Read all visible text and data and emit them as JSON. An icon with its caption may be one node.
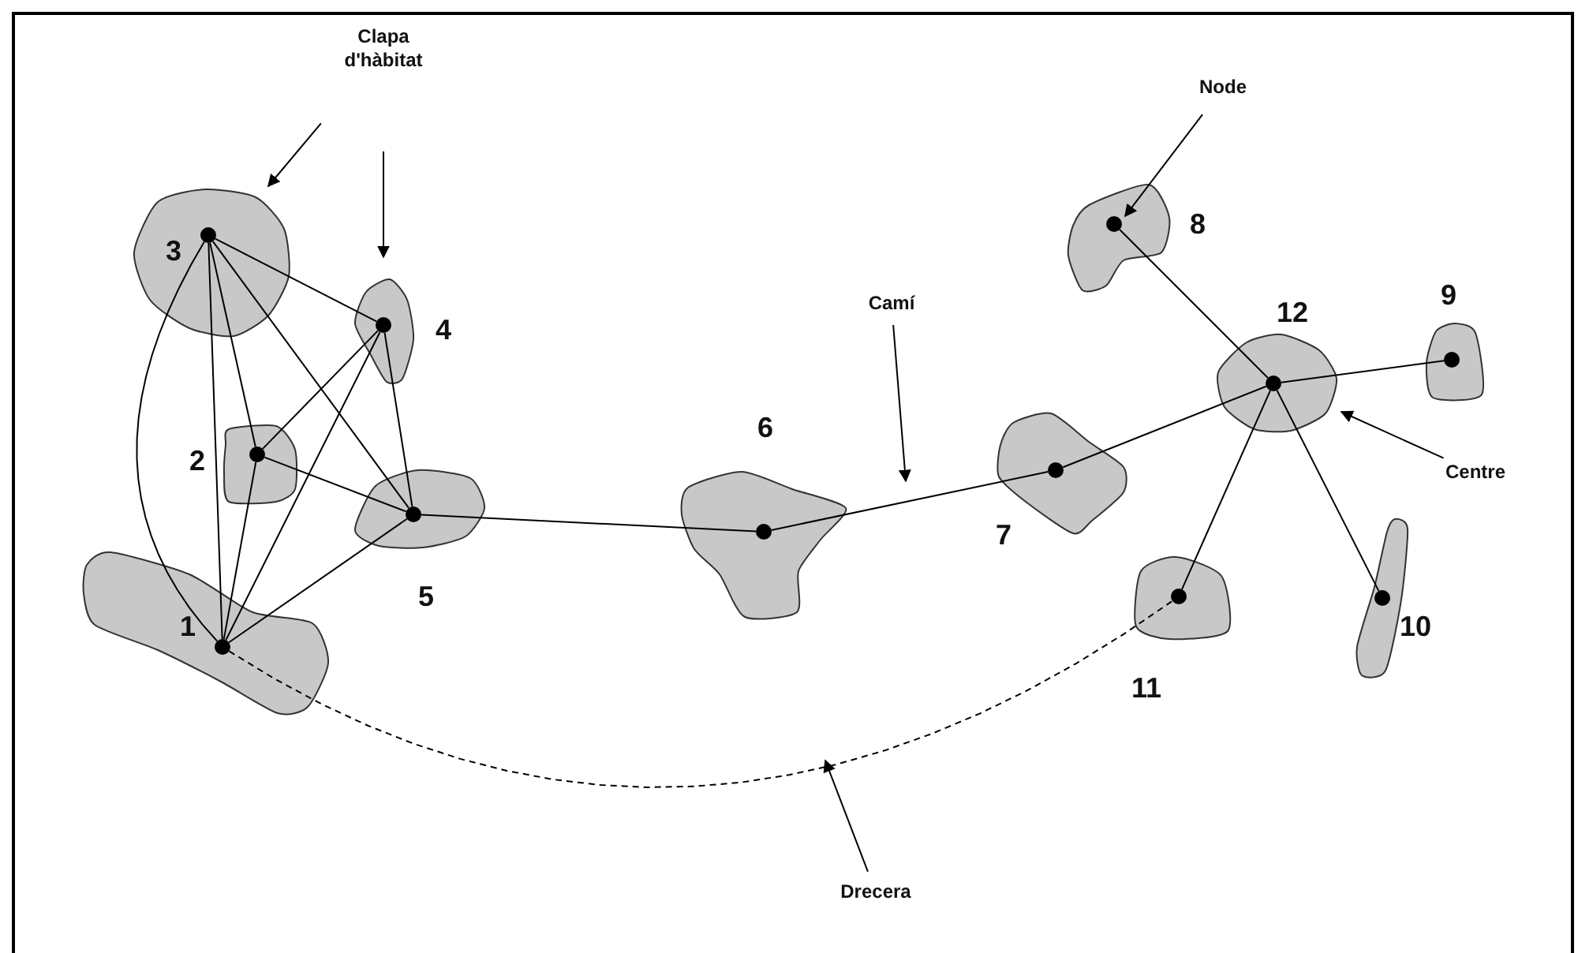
{
  "diagram": {
    "nodes": [
      {
        "text": [
          "Clapa d'hàbitat"
        ]
      },
      {
        "text": [
          "3"
        ]
      },
      {
        "text": [
          "4"
        ]
      },
      {
        "text": [
          "2"
        ]
      },
      {
        "text": [
          "5"
        ]
      },
      {
        "text": [
          "1"
        ]
      },
      {
        "text": [
          "6"
        ]
      },
      {
        "text": [
          "Camí"
        ]
      },
      {
        "text": [
          "7"
        ]
      },
      {
        "text": [
          "Node"
        ]
      },
      {
        "text": [
          "8"
        ]
      },
      {
        "text": [
          "12"
        ]
      },
      {
        "text": [
          "9"
        ]
      },
      {
        "text": [
          "Centre"
        ]
      },
      {
        "text": [
          "10"
        ]
      },
      {
        "text": [
          "11"
        ]
      },
      {
        "text": [
          "Drecera"
        ]
      }
    ],
    "edges": [
      {
        "from": 0,
        "to": 1,
        "arrow": "to"
      },
      {
        "from": 0,
        "to": 2,
        "arrow": "to"
      },
      {
        "from": 1,
        "to": 2,
        "arrow": "none"
      },
      {
        "from": 1,
        "to": 3,
        "arrow": "none"
      },
      {
        "from": 1,
        "to": 4,
        "arrow": "none"
      },
      {
        "from": 1,
        "to": 5,
        "arrow": "none"
      },
      {
        "from": 1,
        "to": 5,
        "arrow": "none"
      },
      {
        "from": 2,
        "to": 3,
        "arrow": "none"
      },
      {
        "from": 2,
        "to": 5,
        "arrow": "none"
      },
      {
        "from": 2,
        "to": 4,
        "arrow": "none"
      },
      {
        "from": 3,
        "to": 4,
        "arrow": "none"
      },
      {
        "from": 3,
        "to": 5,
        "arrow": "none"
      },
      {
        "from": 5,
        "to": 4,
        "arrow": "none"
      },
      {
        "from": 4,
        "to": 6,
        "arrow": "none"
      },
      {
        "from": 6,
        "to": 8,
        "arrow": "none"
      },
      {
        "from": 8,
        "to": 11,
        "arrow": "none"
      },
      {
        "from": 11,
        "to": 10,
        "arrow": "none"
      },
      {
        "from": 11,
        "to": 12,
        "arrow": "none"
      },
      {
        "from": 11,
        "to": 14,
        "arrow": "none"
      },
      {
        "from": 11,
        "to": 15,
        "arrow": "none"
      },
      {
        "from": 5,
        "to": 15,
        "arrow": "none",
        "style": "dashed"
      },
      {
        "from": 9,
        "to": 10,
        "arrow": "to"
      },
      {
        "from": 7,
        "to": null,
        "arrow": "to"
      },
      {
        "from": 13,
        "to": 11,
        "arrow": "to"
      },
      {
        "from": 16,
        "to": null,
        "arrow": "to"
      }
    ]
  }
}
